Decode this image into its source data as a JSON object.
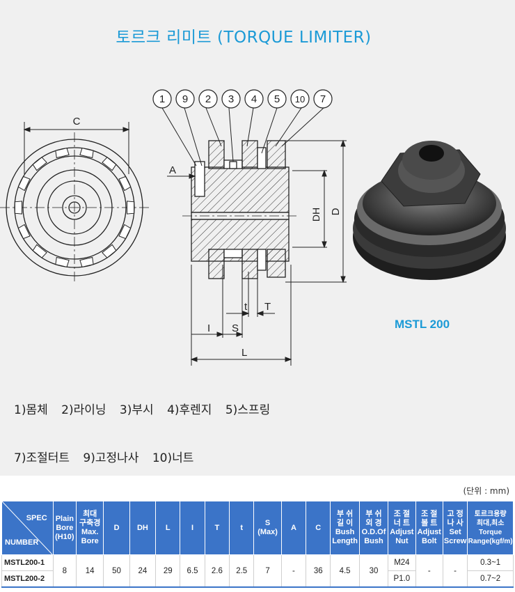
{
  "title": "토르크 리미트 (TORQUE LIMITER)",
  "product_name": "MSTL 200",
  "drawing": {
    "callouts": [
      "1",
      "9",
      "2",
      "3",
      "4",
      "5",
      "10",
      "7"
    ],
    "dims": {
      "C": "C",
      "A": "A",
      "DH": "DH",
      "D": "D",
      "t": "t",
      "T": "T",
      "I": "I",
      "S": "S",
      "L": "L"
    }
  },
  "legend_line1": [
    "1)몸체",
    "2)라이닝",
    "3)부시",
    "4)후렌지",
    "5)스프링"
  ],
  "legend_line2": [
    "7)조절터트",
    "9)고정나사",
    "10)너트"
  ],
  "unit_note": "(단위 : mm)",
  "table": {
    "corner_top": "SPEC",
    "corner_bottom": "NUMBER",
    "headers": [
      [
        "Plain",
        "Bore",
        "(H10)"
      ],
      [
        "최대",
        "구축경",
        "Max.",
        "Bore"
      ],
      [
        "D"
      ],
      [
        "DH"
      ],
      [
        "L"
      ],
      [
        "I"
      ],
      [
        "T"
      ],
      [
        "t"
      ],
      [
        "S",
        "(Max)"
      ],
      [
        "A"
      ],
      [
        "C"
      ],
      [
        "부 쉬",
        "길 이",
        "Bush",
        "Length"
      ],
      [
        "부 쉬",
        "외 경",
        "O.D.Of",
        "Bush"
      ],
      [
        "조 절",
        "너 트",
        "Adjust",
        "Nut"
      ],
      [
        "조 절",
        "볼 트",
        "Adjust",
        "Bolt"
      ],
      [
        "고 정",
        "나 사",
        "Set",
        "Screw"
      ],
      [
        "토르크용량",
        "최대,최소",
        "Torque",
        "Range(kgf/m)"
      ]
    ],
    "numbers": [
      "MSTL200-1",
      "MSTL200-2"
    ],
    "shared_values": [
      "8",
      "14",
      "50",
      "24",
      "29",
      "6.5",
      "2.6",
      "2.5",
      "7",
      "-",
      "36",
      "4.5",
      "30"
    ],
    "adjust_nut": [
      "M24",
      "P1.0"
    ],
    "adjust_bolt": "-",
    "set_screw": "-",
    "torque_range": [
      "0.3~1",
      "0.7~2"
    ]
  }
}
